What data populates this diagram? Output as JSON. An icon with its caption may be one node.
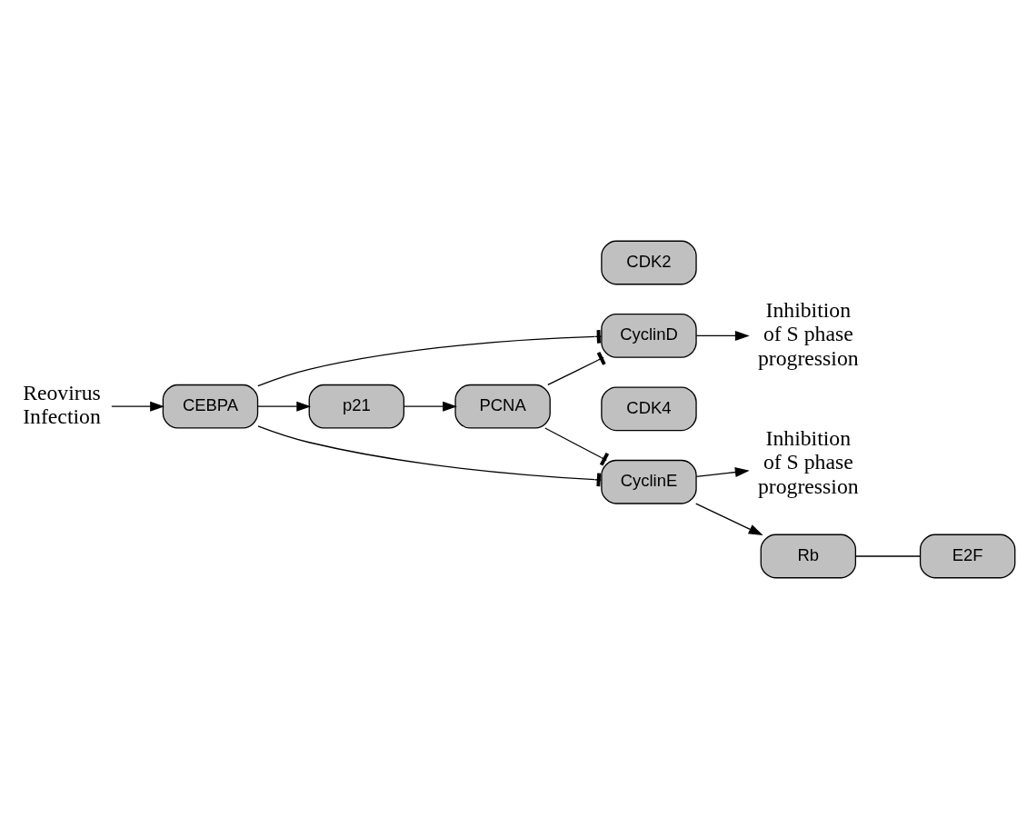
{
  "diagram": {
    "nodes": [
      {
        "text": [
          "Reovirus Infection"
        ]
      },
      {
        "text": [
          "CEBPA"
        ]
      },
      {
        "text": [
          "CDK2"
        ]
      },
      {
        "text": [
          "CyclinD"
        ]
      },
      {
        "text": [
          "Inhibition of S phase progression"
        ]
      },
      {
        "text": [
          "p21"
        ]
      },
      {
        "text": [
          "PCNA"
        ]
      },
      {
        "text": [
          "CDK4"
        ]
      },
      {
        "text": [
          "CyclinE"
        ]
      },
      {
        "text": [
          "Rb"
        ]
      },
      {
        "text": [
          "E2F"
        ]
      },
      {
        "text": [
          "Inhibition of S phase progression"
        ]
      }
    ],
    "edges": [
      {
        "from": 0,
        "to": 1,
        "arrow": "to"
      },
      {
        "from": 1,
        "to": 3,
        "arrow": "other"
      },
      {
        "from": 3,
        "to": 4,
        "arrow": "to"
      },
      {
        "from": 1,
        "to": 5,
        "arrow": "to"
      },
      {
        "from": 5,
        "to": 6,
        "arrow": "to"
      },
      {
        "from": 6,
        "to": 3,
        "arrow": "other"
      },
      {
        "from": 6,
        "to": 8,
        "arrow": "other"
      },
      {
        "from": 1,
        "to": 8,
        "arrow": "other"
      },
      {
        "from": 8,
        "to": 9,
        "arrow": "to"
      },
      {
        "from": 9,
        "to": 10,
        "arrow": "none"
      },
      {
        "from": 8,
        "to": 11,
        "arrow": "to"
      }
    ]
  }
}
